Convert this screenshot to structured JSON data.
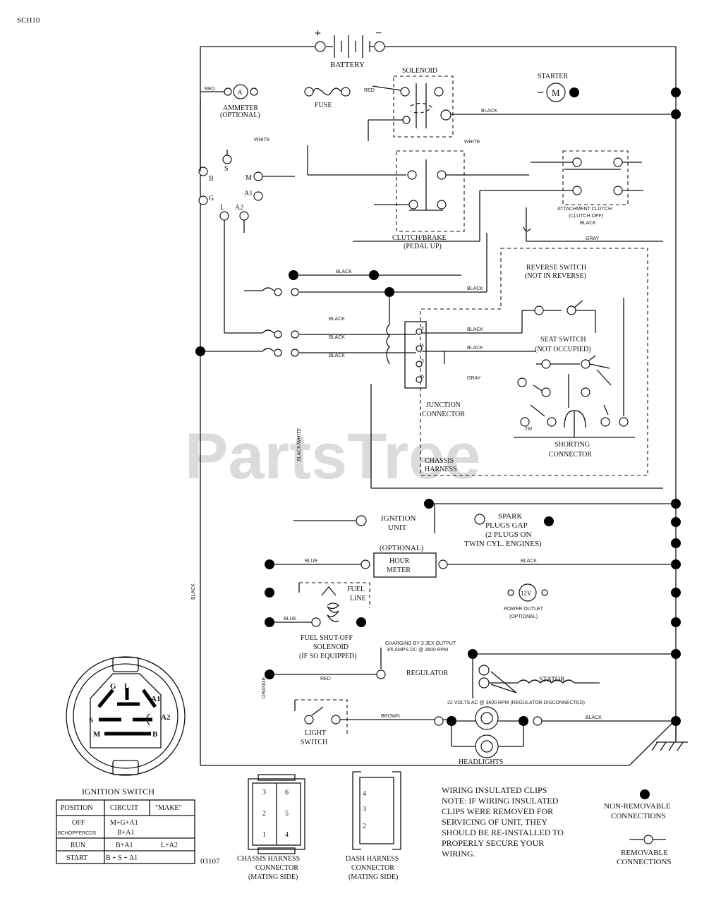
{
  "page": {
    "code": "SCH10",
    "figure_no": "03107",
    "watermark": "PartsTree",
    "watermark_tm": "TM"
  },
  "components": {
    "battery": "BATTERY",
    "battery_pos": "+",
    "battery_neg": "−",
    "solenoid": "SOLENOID",
    "starter": "STARTER",
    "starter_m": "M",
    "ammeter": [
      "AMMETER",
      "(OPTIONAL)"
    ],
    "ammeter_a": "A",
    "fuse": "FUSE",
    "clutch_brake": [
      "CLUTCH/BRAKE",
      "(PEDAL UP)"
    ],
    "attachment_clutch": [
      "ATTACHMENT CLUTCH",
      "(CLUTCH OFF)"
    ],
    "reverse_switch": [
      "REVERSE SWITCH",
      "(NOT IN REVERSE)"
    ],
    "seat_switch": [
      "SEAT SWITCH",
      "(NOT OCCUPIED)"
    ],
    "junction_connector": [
      "JUNCTION",
      "CONNECTOR"
    ],
    "shorting_connector": [
      "SHORTING",
      "CONNECTOR"
    ],
    "chassis_harness": [
      "CHASSIS",
      "HARNESS"
    ],
    "ignition_unit": [
      "IGNITION",
      "UNIT"
    ],
    "spark_plugs": [
      "SPARK",
      "PLUGS GAP",
      "(2 PLUGS ON",
      "TWIN CYL. ENGINES)"
    ],
    "hour_meter": [
      "(OPTIONAL)",
      "HOUR",
      "METER"
    ],
    "fuel_line": [
      "FUEL",
      "LINE"
    ],
    "power_outlet": [
      "POWER OUTLET",
      "(OPTIONAL)"
    ],
    "power_outlet_v": "12V",
    "fuel_solenoid": [
      "FUEL SHUT-OFF",
      "SOLENOID",
      "(IF SO EQUIPPED)"
    ],
    "charging": [
      "CHARGING BY 3 JEX OUTPUT",
      "3/6 AMPS DC @ 3600 RPM"
    ],
    "regulator": "REGULATOR",
    "stator": "STATOR",
    "ac_note": "22 VOLTS AC @ 3600 RPM (REGULATOR DISCONNECTED)",
    "light_switch": [
      "LIGHT",
      "SWITCH"
    ],
    "headlights": "HEADLIGHTS",
    "terminals_ign": [
      "S",
      "B",
      "M",
      "G",
      "L",
      "A1",
      "A2"
    ],
    "junction_pins": [
      "2",
      "4",
      "3",
      "6"
    ]
  },
  "wires": {
    "red": "RED",
    "white": "WHITE",
    "black": "BLACK",
    "gray": "GRAY",
    "blue": "BLUE",
    "brown": "BROWN",
    "orange": "ORANGE",
    "black_white": "BLACK/WHITE",
    "white_short": "WHITE"
  },
  "ignition_switch": {
    "title": "IGNITION SWITCH",
    "face_labels": [
      "G",
      "L",
      "A1",
      "S",
      "A2",
      "M",
      "B"
    ],
    "headers": [
      "POSITION",
      "CIRCUIT",
      "\"MAKE\""
    ],
    "rows": [
      [
        "OFF",
        "M+G+A1",
        ""
      ],
      [
        "BCHOPPERCDS",
        "B+A1",
        ""
      ],
      [
        "RUN",
        "B+A1",
        "L+A2"
      ],
      [
        "START",
        "B + S + A1",
        ""
      ]
    ]
  },
  "connectors": {
    "chassis": [
      "CHASSIS HARNESS",
      "CONNECTOR",
      "(MATING SIDE)"
    ],
    "dash": [
      "DASH HARNESS",
      "CONNECTOR",
      "(MATING SIDE)"
    ],
    "chassis_pins": [
      "3",
      "6",
      "2",
      "5",
      "1",
      "4"
    ],
    "dash_pins": [
      "4",
      "3",
      "2"
    ]
  },
  "notes": {
    "wiring_clips": [
      "WIRING INSULATED CLIPS",
      "NOTE: IF WIRING INSULATED",
      "CLIPS WERE REMOVED FOR",
      "SERVICING OF UNIT, THEY",
      "SHOULD BE RE-INSTALLED TO",
      "PROPERLY SECURE YOUR",
      "WIRING."
    ],
    "non_removable": [
      "NON-REMOVABLE",
      "CONNECTIONS"
    ],
    "removable": [
      "REMOVABLE",
      "CONNECTIONS"
    ]
  }
}
